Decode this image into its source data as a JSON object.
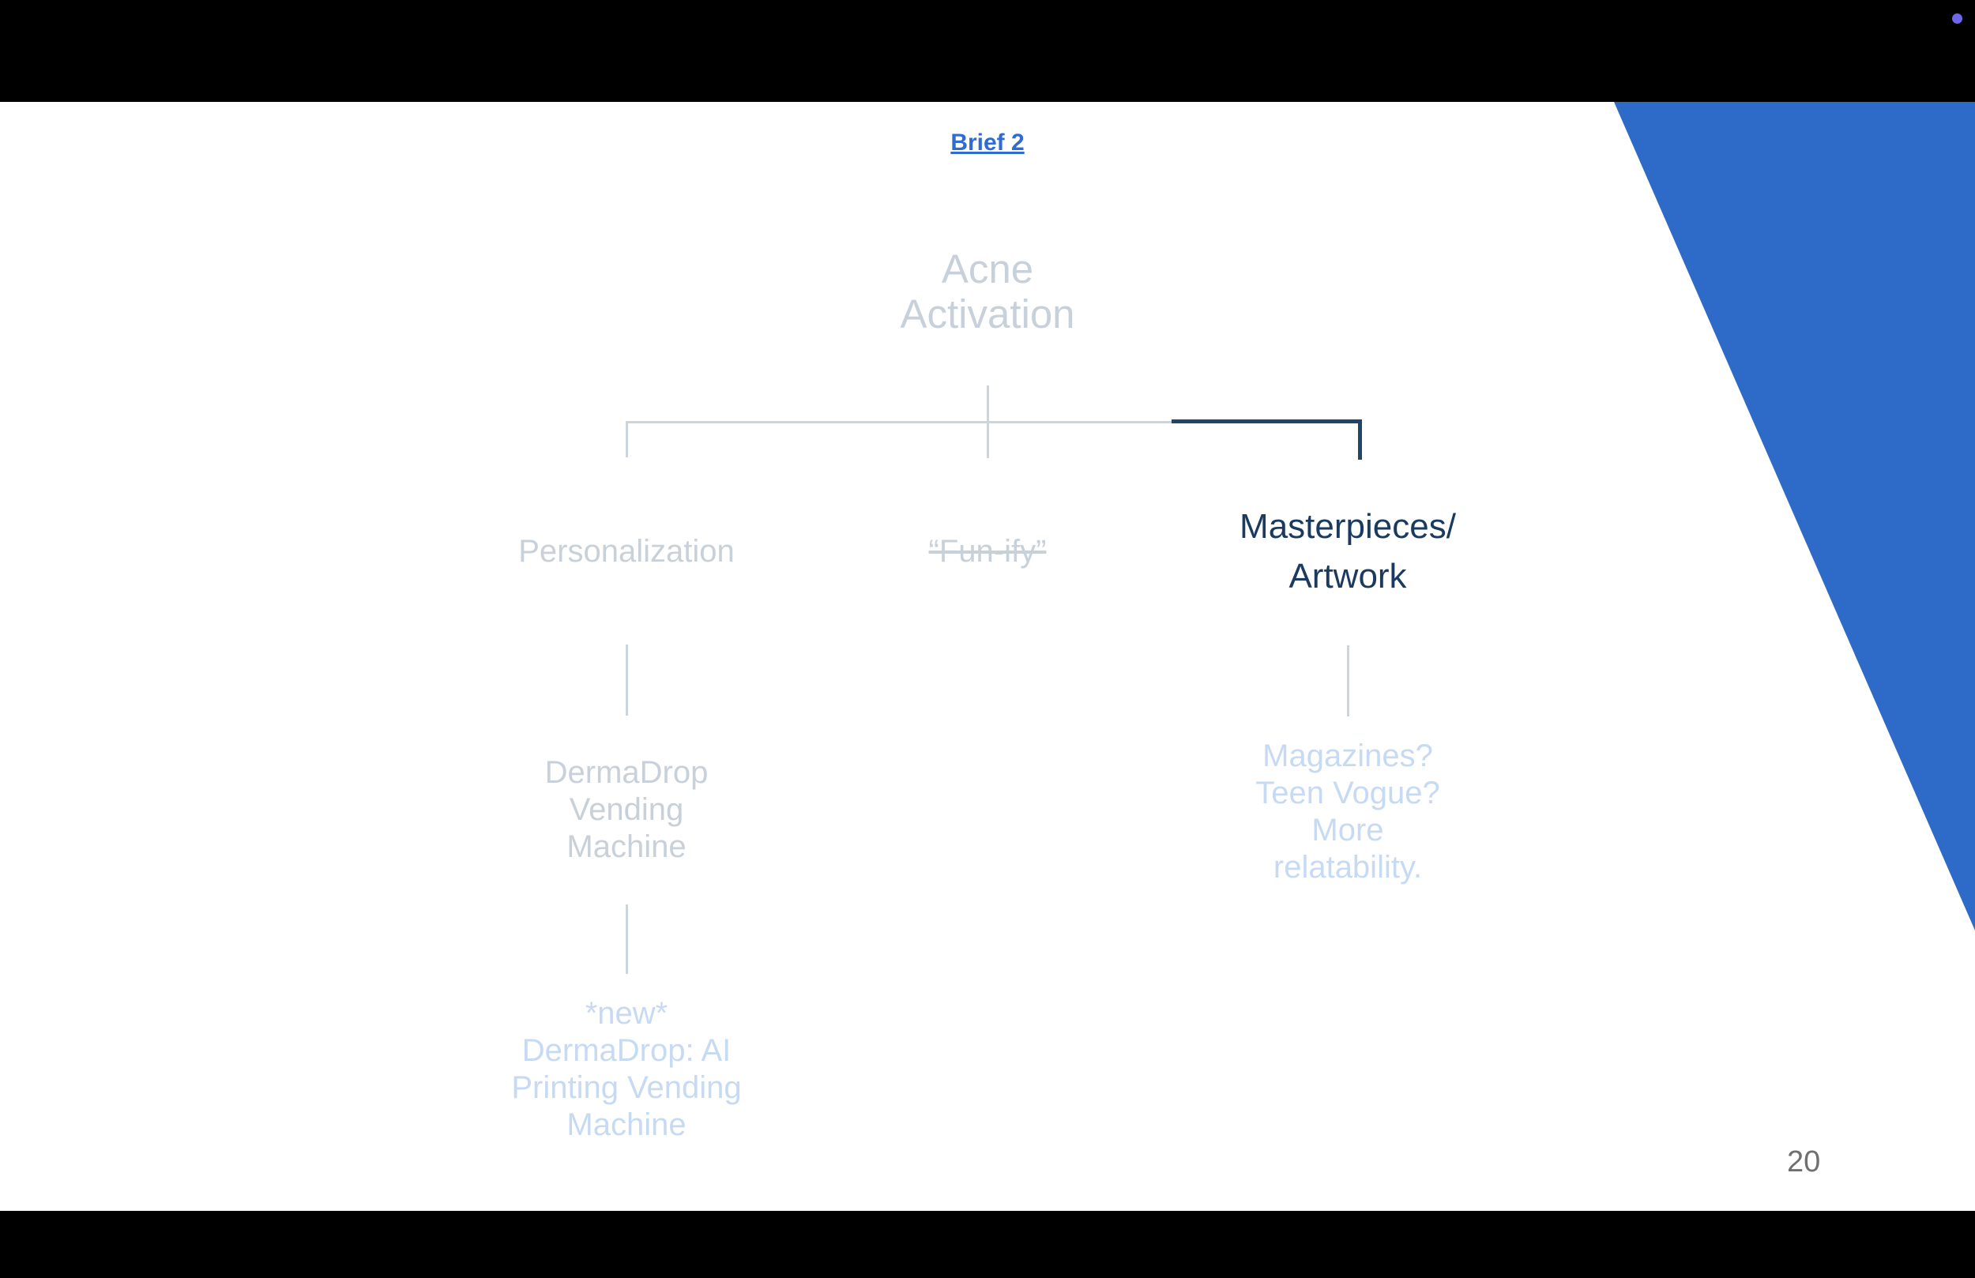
{
  "header": {
    "link_label": "Brief 2"
  },
  "tree": {
    "root": "Acne\nActivation",
    "branches": {
      "personalization": "Personalization",
      "funify": "“Fun-ify”",
      "masterpieces": "Masterpieces/\nArtwork"
    },
    "children": {
      "dermadrop": "DermaDrop\nVending\nMachine",
      "dermadrop_new": "*new*\nDermaDrop: AI\nPrinting Vending\nMachine",
      "magazines": "Magazines?\nTeen Vogue?\nMore\nrelatability."
    }
  },
  "footer": {
    "page_number": "20"
  },
  "colors": {
    "accent_blue_wedge": "#2e6bc9",
    "link_blue": "#2f6bd3",
    "navy_text": "#1b3a5f",
    "connector_dark": "#20456a",
    "connector_light": "#ccd4dc",
    "dimmed_text": "#c8d0d9",
    "highlight_text": "#c7daf3",
    "page_number_gray": "#6f6f6f",
    "dot_purple": "#6e66eb",
    "letterbox_black": "#000000"
  }
}
